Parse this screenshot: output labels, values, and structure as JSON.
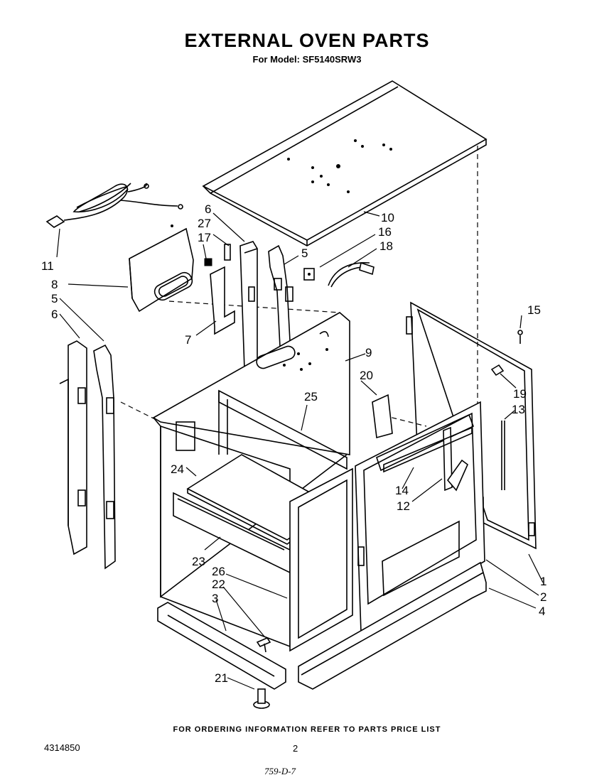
{
  "header": {
    "title": "EXTERNAL OVEN PARTS",
    "subtitle": "For Model: SF5140SRW3"
  },
  "footer": {
    "ordering_note": "FOR ORDERING INFORMATION REFER TO PARTS PRICE LIST",
    "document_number": "4314850",
    "page_number": "2",
    "stamp": "759-D-7"
  },
  "callouts": {
    "c1": "1",
    "c2": "2",
    "c3": "3",
    "c4": "4",
    "c5a": "5",
    "c5b": "5",
    "c6a": "6",
    "c6b": "6",
    "c7": "7",
    "c8": "8",
    "c9": "9",
    "c10": "10",
    "c11": "11",
    "c12": "12",
    "c13": "13",
    "c14": "14",
    "c15": "15",
    "c16": "16",
    "c17": "17",
    "c18": "18",
    "c19": "19",
    "c20": "20",
    "c21": "21",
    "c22": "22",
    "c23": "23",
    "c24": "24",
    "c25": "25",
    "c26": "26",
    "c27": "27"
  }
}
